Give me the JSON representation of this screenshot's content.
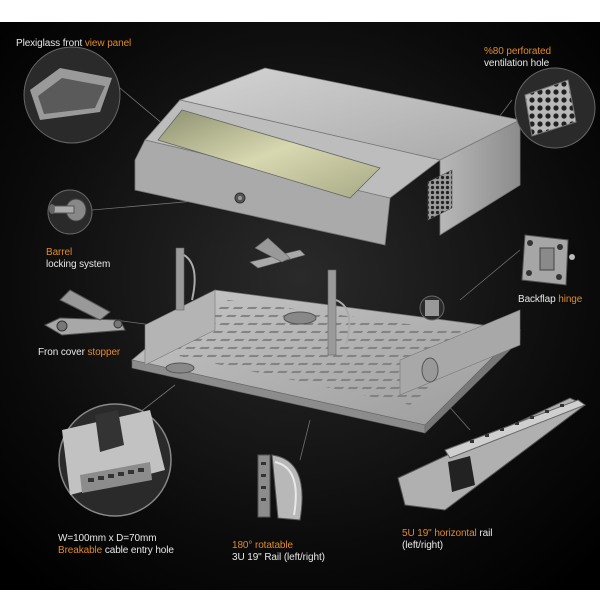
{
  "colors": {
    "background": "#000000",
    "label_text": "#e8e8e8",
    "accent": "#e08a2a",
    "metal": "#c8c8c8",
    "glass": "#cfd0a8"
  },
  "labels": {
    "plexiglass": {
      "prefix": "Plexiglass front",
      "highlight": "view panel"
    },
    "ventilation": {
      "highlight": "%80 perforated",
      "suffix": "ventilation hole"
    },
    "barrel": {
      "highlight": "Barrel",
      "suffix": "locking system"
    },
    "backflap": {
      "prefix": "Backflap",
      "highlight": "hinge"
    },
    "stopper": {
      "prefix": "Fron cover",
      "highlight": "stopper"
    },
    "cable_hole": {
      "dims": "W=100mm x D=70mm",
      "highlight": "Breakable",
      "suffix": "cable entry hole"
    },
    "rail_3u": {
      "highlight": "180° rotatable",
      "suffix": "3U 19\" Rail (left/right)"
    },
    "rail_5u": {
      "highlight": "5U 19\" horizontal",
      "mid": "rail",
      "suffix": "(left/right)"
    }
  }
}
